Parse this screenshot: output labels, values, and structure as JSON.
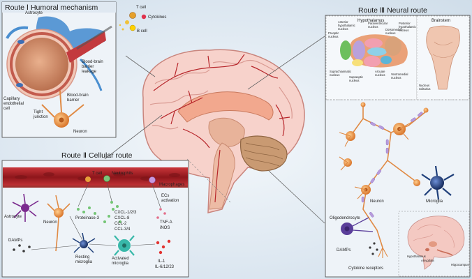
{
  "route1": {
    "title": "Route Ⅰ Humoral mechanism",
    "labels": {
      "astrocyte": "Astrocyte",
      "t_cell": "T cell",
      "cytokines": "Cytokines",
      "b_cell": "B cell",
      "bbb_leakage": "Blood-brain barrier leakage",
      "capillary": "Capillary endothelial cell",
      "tight_junction": "Tight junction",
      "bbb": "Blood-brain barrier",
      "neuron": "Neuron"
    }
  },
  "route2": {
    "title": "Route Ⅱ Cellular route",
    "labels": {
      "t_cell": "T cell",
      "neutrophils": "Neutrophils",
      "macrophages": "Macrophages",
      "ecs_activation": "ECs activation",
      "astrocyte": "Astrocyte",
      "neuron": "Neuron",
      "proteinase": "Proteinase-3",
      "cxcl12": "CXCL-1/2/3",
      "cxcl8": "CXCL-8",
      "ccl2": "CCL-2",
      "ccl34": "CCL-3/4",
      "tnfa": "TNF-A",
      "inos": "iNOS",
      "damps": "DAMPs",
      "resting": "Resting microglia",
      "activated": "Activated microglia",
      "il1": "IL-1",
      "il6": "IL-6/12/23"
    }
  },
  "route3": {
    "title": "Route Ⅲ Neural route",
    "labels": {
      "hypothalamus": "Hypothalamus",
      "brainstem": "Brainstem",
      "anterior_hyp": "Anterior hypothalamic nucleus",
      "paraventricular": "Paraventricular nucleus",
      "posterior_hyp": "Posterior hypothalamic nucleus",
      "preoptic": "Preoptic nucleus",
      "dorsomedial": "Dorsomedial nucleus",
      "suprachiasmatic": "Suprachiasmatic nucleus",
      "supraoptic": "Supraoptic nucleus",
      "arcuate": "Arcuate nucleus",
      "ventromedial": "Ventromedial nucleus",
      "solitarius": "Nucleus solitarius",
      "neuron": "Neuron",
      "microglia": "Microglia",
      "oligodendrocyte": "Oligodendrocyte",
      "damps": "DAMPs",
      "cytokine_receptors": "Cytokine receptors",
      "hypothalamus_small": "Hypothalamus",
      "amygdala": "Amygdala",
      "hippocampus": "Hippocampus"
    }
  },
  "colors": {
    "vessel": "#a31d22",
    "vessel_dark": "#7a1418",
    "neuron": "#e9974e",
    "astrocyte": "#4a8fd0",
    "microglia_dark": "#1f3f7a",
    "oligodendrocyte": "#5a3e9a",
    "brain_pink": "#f4c9c2",
    "panel_bg": "#eef4fa"
  }
}
